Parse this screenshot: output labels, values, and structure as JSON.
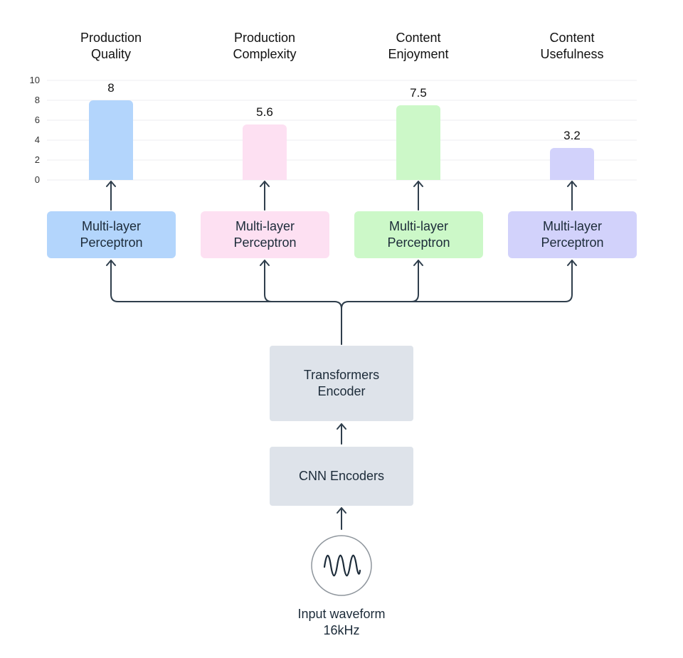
{
  "chart_data": {
    "type": "bar",
    "categories": [
      [
        "Production",
        "Quality"
      ],
      [
        "Production",
        "Complexity"
      ],
      [
        "Content",
        "Enjoyment"
      ],
      [
        "Content",
        "Usefulness"
      ]
    ],
    "values": [
      8,
      5.6,
      7.5,
      3.2
    ],
    "value_labels": [
      "8",
      "5.6",
      "7.5",
      "3.2"
    ],
    "ylim": [
      0,
      10
    ],
    "yticks": [
      "10",
      "8",
      "6",
      "4",
      "2",
      "0"
    ],
    "grid": true,
    "colors": [
      "#b3d5fc",
      "#fde0f2",
      "#ccf8c8",
      "#d2d2fb"
    ]
  },
  "heads": [
    {
      "label_lines": [
        "Multi-layer",
        "Perceptron"
      ],
      "color": "#b3d5fc"
    },
    {
      "label_lines": [
        "Multi-layer",
        "Perceptron"
      ],
      "color": "#fde0f2"
    },
    {
      "label_lines": [
        "Multi-layer",
        "Perceptron"
      ],
      "color": "#ccf8c8"
    },
    {
      "label_lines": [
        "Multi-layer",
        "Perceptron"
      ],
      "color": "#d2d2fb"
    }
  ],
  "transformer": {
    "label_lines": [
      "Transformers",
      "Encoder"
    ]
  },
  "cnn": {
    "label": "CNN Encoders"
  },
  "input": {
    "label_lines": [
      "Input waveform",
      "16kHz"
    ]
  },
  "line_color": "#2f3e4c"
}
